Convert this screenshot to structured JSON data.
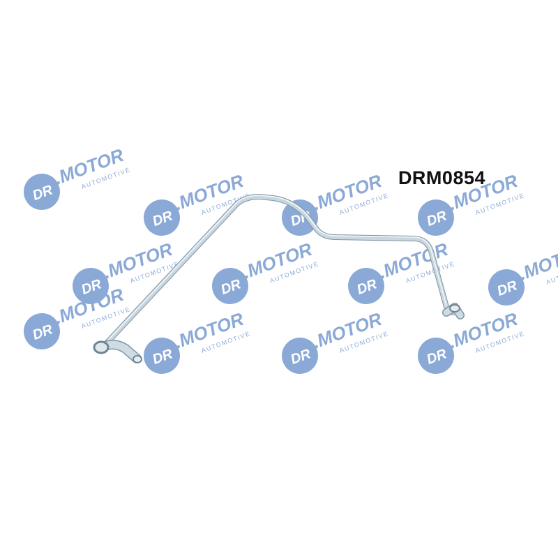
{
  "product": {
    "code": "DRM0854"
  },
  "watermark": {
    "brand": "DR.MOTOR",
    "tagline": "AUTOMOTIVE",
    "circle_text": "DR",
    "color": "#2b63b5",
    "opacity": 0.75
  },
  "pipe": {
    "color": "#c9d6df",
    "highlight": "#f2f7fa",
    "shadow": "#7f95a4"
  }
}
